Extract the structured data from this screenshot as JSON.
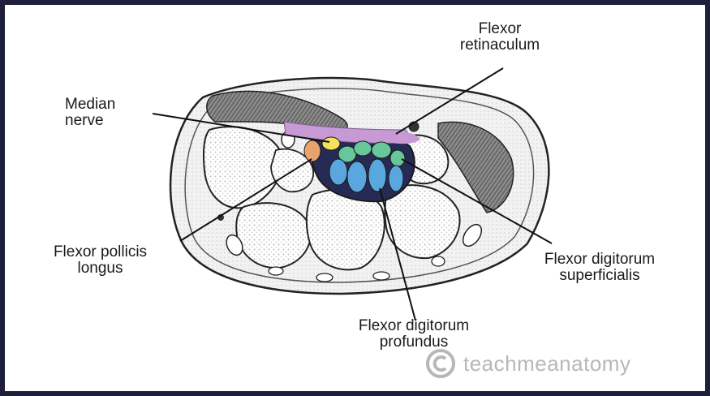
{
  "labels": {
    "flexor_retinaculum": [
      "Flexor",
      "retinaculum"
    ],
    "median_nerve": [
      "Median",
      "nerve"
    ],
    "flexor_pollicis_longus": [
      "Flexor pollicis",
      "longus"
    ],
    "flexor_digitorum_superficialis": [
      "Flexor digitorum",
      "superficialis"
    ],
    "flexor_digitorum_profundus": [
      "Flexor digitorum",
      "profundus"
    ]
  },
  "watermark": {
    "symbol": "©",
    "text": "teachmeanatomy"
  },
  "colors": {
    "frame": "#1d1f3b",
    "tendon_blue": "#5aa7df",
    "tendon_green": "#67c79a",
    "nerve_yellow": "#f3e25b",
    "retinaculum_purple": "#c79ad6",
    "pollicis_orange": "#e8a36d",
    "bone_stipple": "#c9c9c9"
  }
}
